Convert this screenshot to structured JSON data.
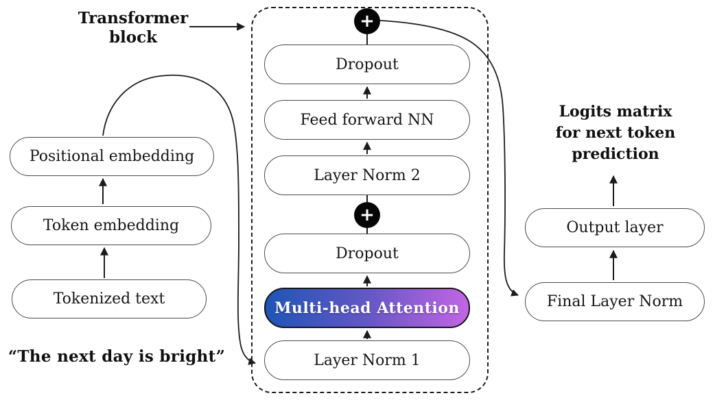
{
  "annotations": {
    "transformer_block_label": {
      "lines": [
        "Transformer",
        "block"
      ]
    },
    "logits_label": {
      "lines": [
        "Logits matrix",
        "for next token",
        "prediction"
      ]
    },
    "input_quote": "“The next day is bright”"
  },
  "left_column": {
    "nodes": [
      {
        "label": "Positional embedding"
      },
      {
        "label": "Token embedding"
      },
      {
        "label": "Tokenized text"
      }
    ]
  },
  "transformer_block": {
    "add_symbol": "+",
    "nodes_top_to_bottom": [
      {
        "label": "Dropout"
      },
      {
        "label": "Feed forward NN"
      },
      {
        "label": "Layer Norm 2"
      },
      {
        "label": "Dropout"
      },
      {
        "label": "Multi-head Attention",
        "highlight": true
      },
      {
        "label": "Layer Norm 1"
      }
    ]
  },
  "right_column": {
    "nodes": [
      {
        "label": "Output layer"
      },
      {
        "label": "Final Layer Norm"
      }
    ]
  },
  "colors": {
    "attention_gradient": [
      "#1e55b6",
      "#6457c6",
      "#c365e5"
    ],
    "node_border": "#4a4a4a",
    "line": "#1c1c1c",
    "add_circle": "#060606",
    "text": "#151515"
  }
}
